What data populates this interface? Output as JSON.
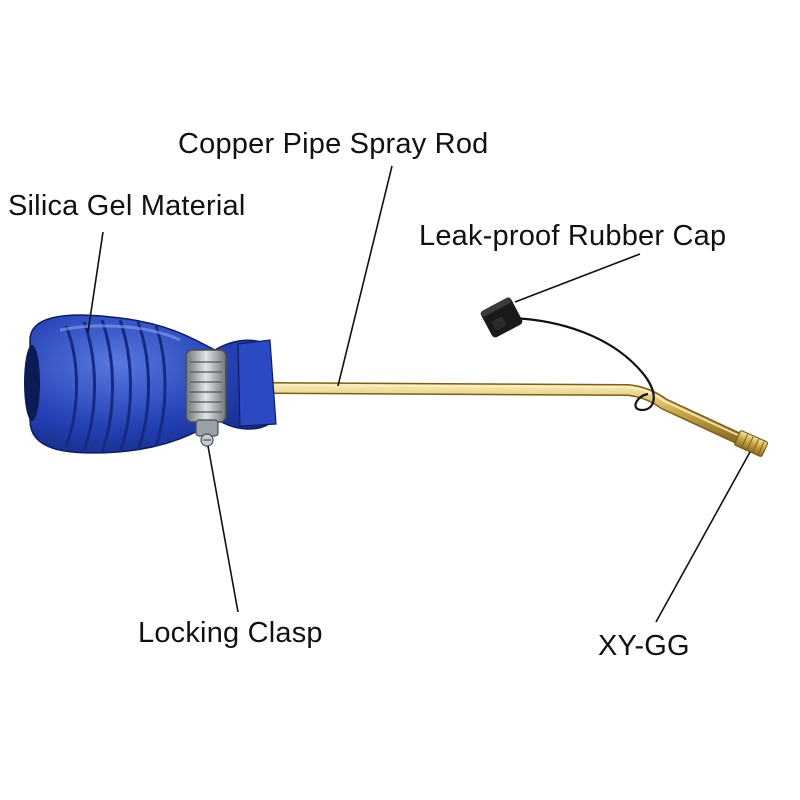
{
  "labels": {
    "copper_pipe": "Copper Pipe Spray Rod",
    "silica_gel": "Silica Gel Material",
    "rubber_cap": "Leak-proof Rubber Cap",
    "locking_clasp": "Locking Clasp",
    "model": "XY-GG"
  },
  "colors": {
    "handle_blue": "#2340b4",
    "handle_highlight": "#5a78e0",
    "brass": "#c9a94a",
    "clamp_steel": "#b8bcc2",
    "cap_black": "#1a1a1a",
    "leader_line": "#111111"
  }
}
